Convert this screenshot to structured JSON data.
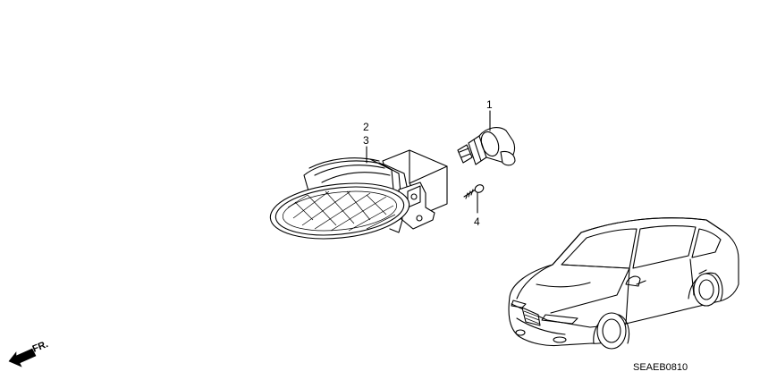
{
  "callouts": {
    "c1": "1",
    "c2": "2",
    "c3": "3",
    "c4": "4"
  },
  "direction_label": "FR.",
  "diagram_code": "SEAEB0810"
}
